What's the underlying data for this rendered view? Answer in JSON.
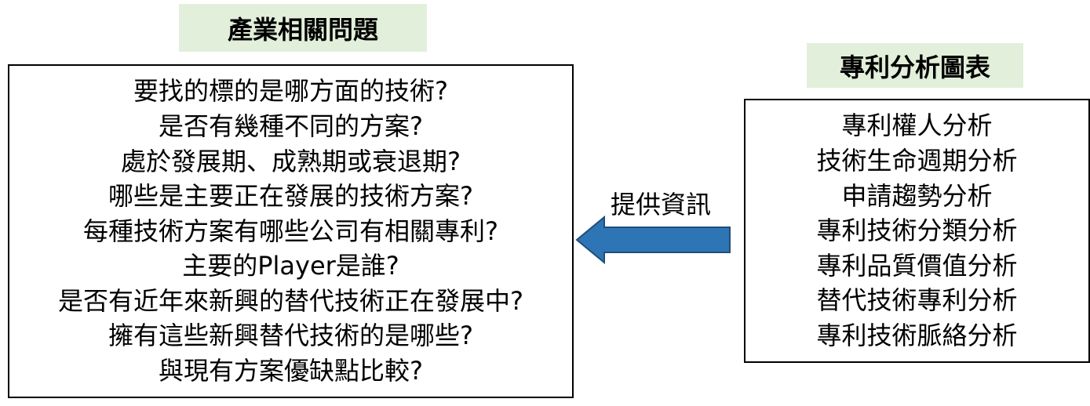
{
  "left_title": "產業相關問題",
  "left_items": [
    "要找的標的是哪方面的技術?",
    "是否有幾種不同的方案?",
    "處於發展期、成熟期或衰退期?",
    "哪些是主要正在發展的技術方案?",
    "每種技術方案有哪些公司有相關專利?",
    "主要的Player是誰?",
    "是否有近年來新興的替代技術正在發展中?",
    "擁有這些新興替代技術的是哪些?",
    "與現有方案優缺點比較?"
  ],
  "right_title": "專利分析圖表",
  "right_items": [
    "專利權人分析",
    "技術生命週期分析",
    "申請趨勢分析",
    "專利技術分類分析",
    "專利品質價值分析",
    "替代技術專利分析",
    "專利技術脈絡分析"
  ],
  "arrow_label": "提供資訊",
  "colors": {
    "title_bg": "#e2efda",
    "arrow_fill": "#2e75b6",
    "arrow_stroke": "#1f4e79"
  }
}
